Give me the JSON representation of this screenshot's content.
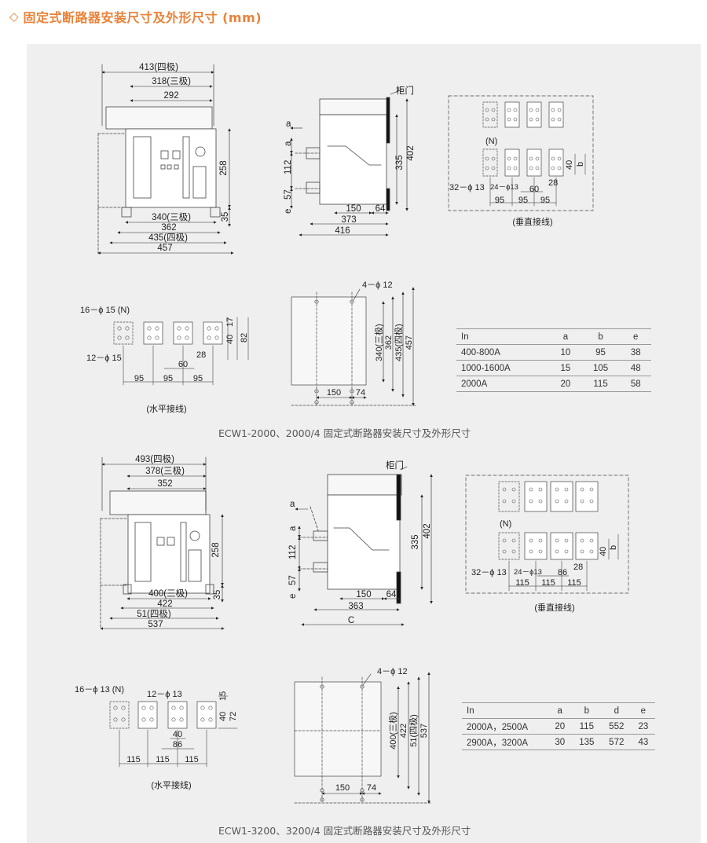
{
  "header": {
    "icon": "diamond-outline-icon",
    "title": "固定式断路器安装尺寸及外形尺寸 (mm)",
    "accent_color": "#e8833a"
  },
  "section1": {
    "caption": "ECW1-2000、2000/4 固定式断路器安装尺寸及外形尺寸",
    "front": {
      "dim_top1": "413(四极)",
      "dim_top2": "318(三极)",
      "dim_top3": "292",
      "dim_h": "258",
      "dim_foot": "35",
      "dim_b1": "340(三极)",
      "dim_b2": "362",
      "dim_b3": "435(四极)",
      "dim_b4": "457"
    },
    "side": {
      "door": "柜门",
      "a1": "a",
      "a2": "a",
      "d112": "112",
      "d57": "57",
      "e": "e",
      "d335": "335",
      "d402": "402",
      "d150": "150",
      "d64": "64",
      "d373": "373",
      "d416": "416"
    },
    "vertical": {
      "n": "(N)",
      "holes1": "32－ϕ 13",
      "holes2": "24－ϕ13",
      "d60": "60",
      "d28": "28",
      "d40": "40",
      "b": "b",
      "p1": "95",
      "p2": "95",
      "p3": "95",
      "label": "(垂直接线)"
    },
    "horizontal": {
      "holes1": "16－ϕ 15 (N)",
      "holes2": "12－ϕ 15",
      "d17": "17",
      "d40": "40",
      "d82": "82",
      "d28": "28",
      "d60": "60",
      "p1": "95",
      "p2": "95",
      "p3": "95",
      "label": "(水平接线)"
    },
    "mount": {
      "holes": "4－ϕ 12",
      "d1": "340(三极)",
      "d2": "362",
      "d3": "435(四极)",
      "d4": "457",
      "d150": "150",
      "d74": "74"
    },
    "table": {
      "headers": [
        "In",
        "a",
        "b",
        "e"
      ],
      "rows": [
        [
          "400-800A",
          "10",
          "95",
          "38"
        ],
        [
          "1000-1600A",
          "15",
          "105",
          "48"
        ],
        [
          "2000A",
          "20",
          "115",
          "58"
        ]
      ]
    }
  },
  "section2": {
    "caption": "ECW1-3200、3200/4 固定式断路器安装尺寸及外形尺寸",
    "front": {
      "dim_top1": "493(四极)",
      "dim_top2": "378(三极)",
      "dim_top3": "352",
      "dim_h": "258",
      "dim_foot": "35",
      "dim_b1": "400(三极)",
      "dim_b2": "422",
      "dim_b3": "51(四极)",
      "dim_b4": "537"
    },
    "side": {
      "door": "柜门",
      "a1": "a",
      "a2": "a",
      "d112": "112",
      "d57": "57",
      "e": "e",
      "d335": "335",
      "d402": "402",
      "d150": "150",
      "d64": "64",
      "d363": "363",
      "c": "C"
    },
    "vertical": {
      "n": "(N)",
      "holes1": "32－ϕ 13",
      "holes2": "24－ϕ13",
      "d86": "86",
      "d28": "28",
      "d40": "40",
      "b": "b",
      "p1": "115",
      "p2": "115",
      "p3": "115",
      "label": "(垂直接线)"
    },
    "horizontal": {
      "holes1": "16－ϕ 13 (N)",
      "holes2": "12－ϕ 13",
      "d15": "15",
      "d40": "40",
      "d72": "72",
      "d40b": "40",
      "d86": "86",
      "p1": "115",
      "p2": "115",
      "p3": "115",
      "label": "(水平接线)"
    },
    "mount": {
      "holes": "4－ϕ 12",
      "d1": "400(三极)",
      "d2": "422",
      "d3": "51(四极)",
      "d4": "537",
      "d150": "150",
      "d74": "74"
    },
    "table": {
      "headers": [
        "In",
        "a",
        "b",
        "d",
        "e"
      ],
      "rows": [
        [
          "2000A，2500A",
          "20",
          "115",
          "552",
          "23"
        ],
        [
          "2900A，3200A",
          "30",
          "135",
          "572",
          "43"
        ]
      ]
    }
  }
}
